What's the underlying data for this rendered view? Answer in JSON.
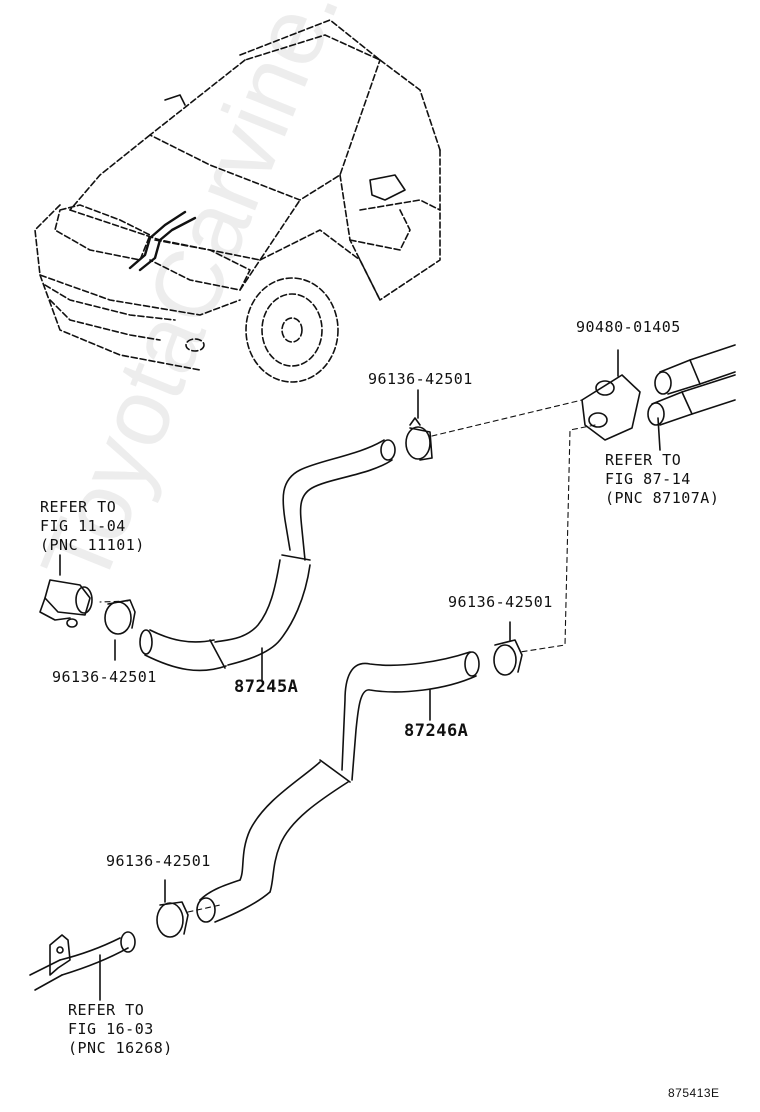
{
  "labels": {
    "refer_top_right": [
      "REFER TO",
      "FIG 87-14",
      "(PNC 87107A)"
    ],
    "refer_left": [
      "REFER TO",
      "FIG 11-04",
      "(PNC 11101)"
    ],
    "refer_bottom": [
      "REFER TO",
      "FIG 16-03",
      "(PNC 16268)"
    ],
    "part_seal": "90480-01405",
    "clamp_top": "96136-42501",
    "clamp_mid_right": "96136-42501",
    "clamp_left": "96136-42501",
    "clamp_bottom": "96136-42501",
    "hose_upper": "87245A",
    "hose_lower": "87246A",
    "illustration_id": "875413E"
  },
  "watermark": "ToyotaCarvine.ru",
  "colors": {
    "line": "#111111",
    "background": "#ffffff"
  }
}
